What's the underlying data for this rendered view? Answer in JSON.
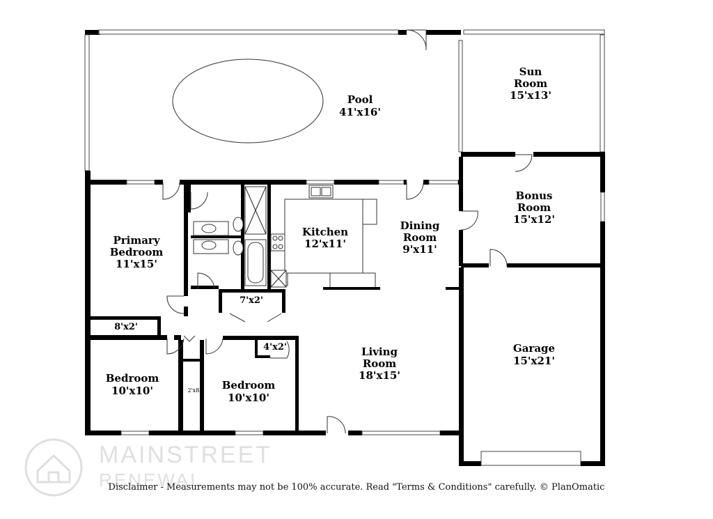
{
  "rooms": {
    "pool": {
      "name": "Pool",
      "size": "41'x16'"
    },
    "sun_room": {
      "name_line1": "Sun",
      "name_line2": "Room",
      "size": "15'x13'"
    },
    "bonus_room": {
      "name_line1": "Bonus",
      "name_line2": "Room",
      "size": "15'x12'"
    },
    "primary_bedroom": {
      "name_line1": "Primary",
      "name_line2": "Bedroom",
      "size": "11'x15'"
    },
    "kitchen": {
      "name": "Kitchen",
      "size": "12'x11'"
    },
    "dining_room": {
      "name_line1": "Dining",
      "name_line2": "Room",
      "size": "9'x11'"
    },
    "closet_primary": {
      "size": "8'x2'"
    },
    "closet_hall": {
      "size": "7'x2'"
    },
    "closet_small": {
      "size": "4'x2'"
    },
    "closet_narrow": {
      "size": "2'x8'"
    },
    "living_room": {
      "name_line1": "Living",
      "name_line2": "Room",
      "size": "18'x15'"
    },
    "garage": {
      "name": "Garage",
      "size": "15'x21'"
    },
    "bedroom_left": {
      "name": "Bedroom",
      "size": "10'x10'"
    },
    "bedroom_mid": {
      "name": "Bedroom",
      "size": "10'x10'"
    }
  },
  "watermark": {
    "line1": "MAINSTREET",
    "line2": "RENEWAL"
  },
  "disclaimer": "Disclaimer - Measurements may not be 100% accurate. Read \"Terms & Conditions\" carefully. © PlanOmatic"
}
